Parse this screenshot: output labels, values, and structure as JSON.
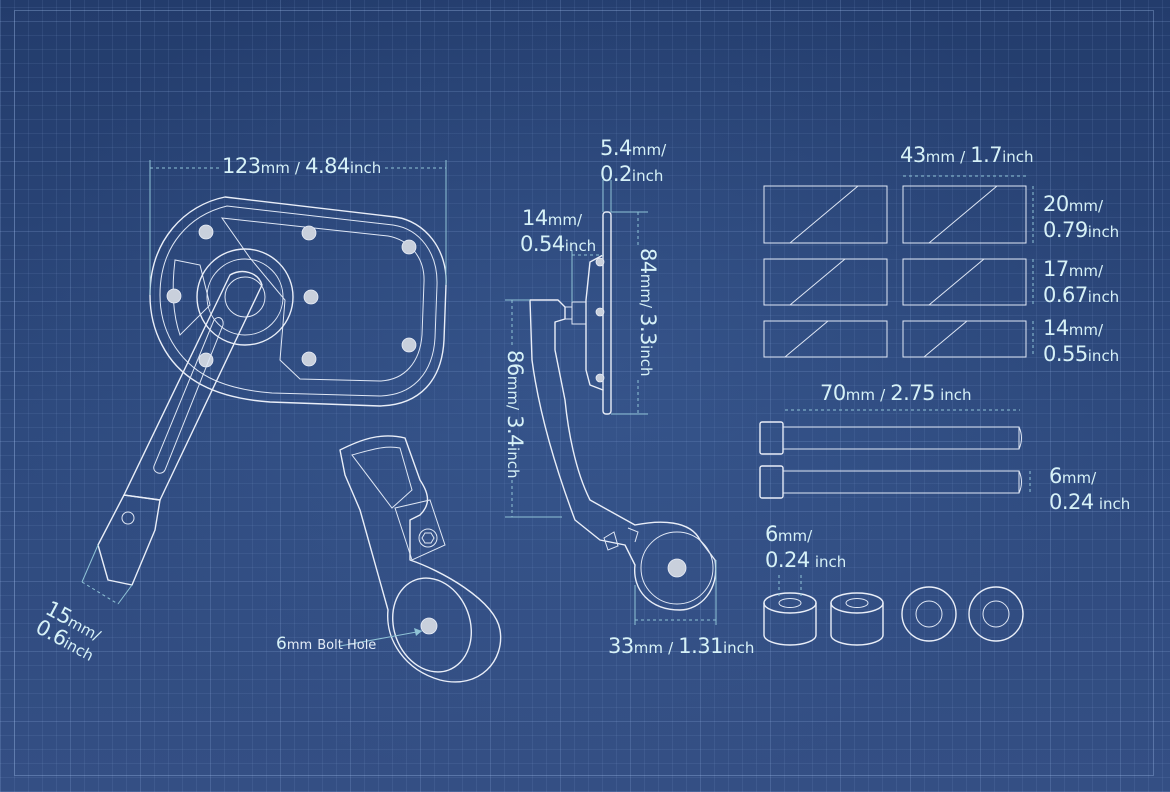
{
  "colors": {
    "background": "#2b4577",
    "line": "#e9eef8",
    "dimension": "#8fc3d6",
    "text": "#d6f1f7"
  },
  "dims": {
    "mirror_width": {
      "value": "123",
      "unit": "mm",
      "sep": "/",
      "value2": "4.84",
      "unit2": "inch"
    },
    "arm_width": {
      "value": "15",
      "unit": "mm",
      "sep": "/",
      "value2": "0.6",
      "unit2": "inch"
    },
    "bolt_hole": {
      "value": "6",
      "unit": "mm",
      "text": "Bolt Hole"
    },
    "glass_thick": {
      "value": "5.4",
      "unit": "mm",
      "sep": "/",
      "value2": "0.2",
      "unit2": "inch"
    },
    "back_depth": {
      "value": "14",
      "unit": "mm",
      "sep": "/",
      "value2": "0.54",
      "unit2": "inch"
    },
    "mirror_height": {
      "value": "84",
      "unit": "mm",
      "sep": "/",
      "value2": "3.3",
      "unit2": "inch"
    },
    "arm_height": {
      "value": "86",
      "unit": "mm",
      "sep": "/",
      "value2": "3.4",
      "unit2": "inch"
    },
    "clamp_width": {
      "value": "33",
      "unit": "mm",
      "sep": "/",
      "value2": "1.31",
      "unit2": "inch"
    },
    "pad_length": {
      "value": "43",
      "unit": "mm",
      "sep": "/",
      "value2": "1.7",
      "unit2": "inch"
    },
    "pad_20": {
      "value": "20",
      "unit": "mm",
      "sep": "/",
      "value2": "0.79",
      "unit2": "inch"
    },
    "pad_17": {
      "value": "17",
      "unit": "mm",
      "sep": "/",
      "value2": "0.67",
      "unit2": "inch"
    },
    "pad_14": {
      "value": "14",
      "unit": "mm",
      "sep": "/",
      "value2": "0.55",
      "unit2": "inch"
    },
    "bolt_length": {
      "value": "70",
      "unit": "mm",
      "sep": "/",
      "value2": "2.75",
      "unit2": "inch"
    },
    "bolt_dia": {
      "value": "6",
      "unit": "mm",
      "sep": "/",
      "value2": "0.24",
      "unit2": "inch"
    },
    "spacer_dia": {
      "value": "6",
      "unit": "mm",
      "sep": "/",
      "value2": "0.24",
      "unit2": "inch"
    }
  }
}
